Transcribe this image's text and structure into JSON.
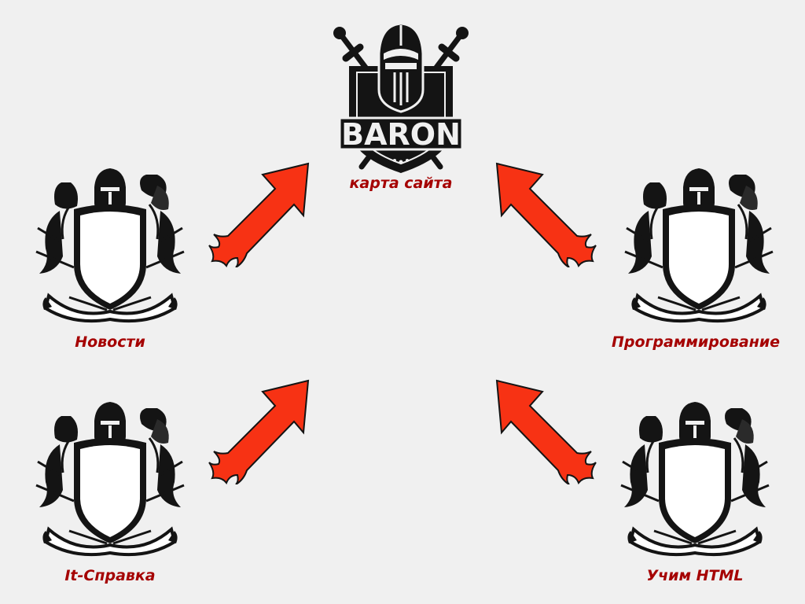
{
  "colors": {
    "background": "#f0f0f0",
    "label": "#a50000",
    "arrow": "#f73214",
    "ink": "#141414"
  },
  "icons": {
    "logo": "knight-helmet-shield-logo",
    "crest": "knight-crest-icon",
    "arrow": "flame-arrow-icon"
  },
  "logo": {
    "brand": "BARON",
    "caption": "карта сайта"
  },
  "nodes": [
    {
      "key": "news",
      "label": "Новости"
    },
    {
      "key": "itref",
      "label": "It-Справка"
    },
    {
      "key": "prog",
      "label": "Программирование"
    },
    {
      "key": "html",
      "label": "Учим HTML"
    }
  ]
}
